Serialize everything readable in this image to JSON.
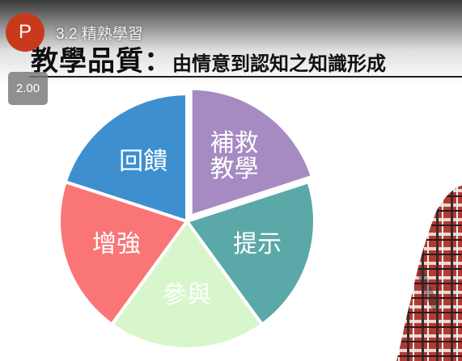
{
  "video": {
    "channel_initial": "P",
    "title": "3.2 精熟學習",
    "playback_speed": "2.00"
  },
  "slide": {
    "title_main": "教學品質：",
    "title_sub": "由情意到認知之知識形成"
  },
  "chart_data": {
    "type": "pie",
    "slices": [
      {
        "label": [
          "補救",
          "教學"
        ],
        "value": 20,
        "color": "#a58bc2"
      },
      {
        "label": [
          "提示"
        ],
        "value": 20,
        "color": "#5ba8a9"
      },
      {
        "label": [
          "參與"
        ],
        "value": 20,
        "color": "#d8f6cb"
      },
      {
        "label": [
          "增強"
        ],
        "value": 20,
        "color": "#fa7676"
      },
      {
        "label": [
          "回饋"
        ],
        "value": 20,
        "color": "#3e8fcf"
      }
    ],
    "exploded_slice": "補救教學"
  },
  "colors": {
    "label_text": "#ffffff",
    "channel_avatar": "#c93a1c",
    "speed_badge": "#7a7a7a"
  }
}
